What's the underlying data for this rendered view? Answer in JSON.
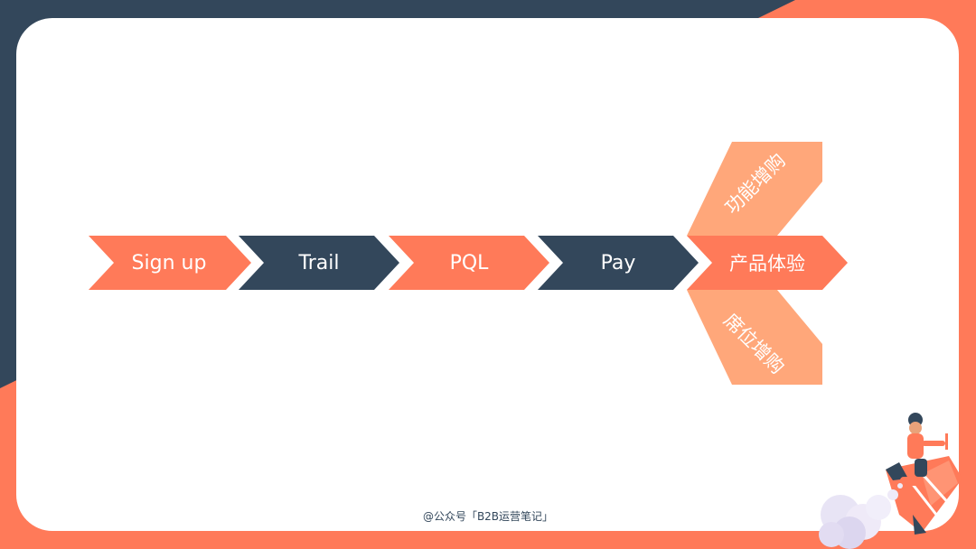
{
  "colors": {
    "navy": "#33475b",
    "orange": "#ff7a59",
    "light_orange": "#ffa77a",
    "white": "#ffffff"
  },
  "flow": {
    "steps": [
      {
        "label": "Sign up",
        "color": "orange"
      },
      {
        "label": "Trail",
        "color": "navy"
      },
      {
        "label": "PQL",
        "color": "orange"
      },
      {
        "label": "Pay",
        "color": "navy"
      },
      {
        "label": "产品体验",
        "color": "orange"
      }
    ],
    "branches": [
      {
        "label": "功能增购",
        "direction": "up"
      },
      {
        "label": "席位增购",
        "direction": "down"
      }
    ]
  },
  "watermark": "@公众号「B2B运营笔记」",
  "illustration": "person-riding-rocket"
}
